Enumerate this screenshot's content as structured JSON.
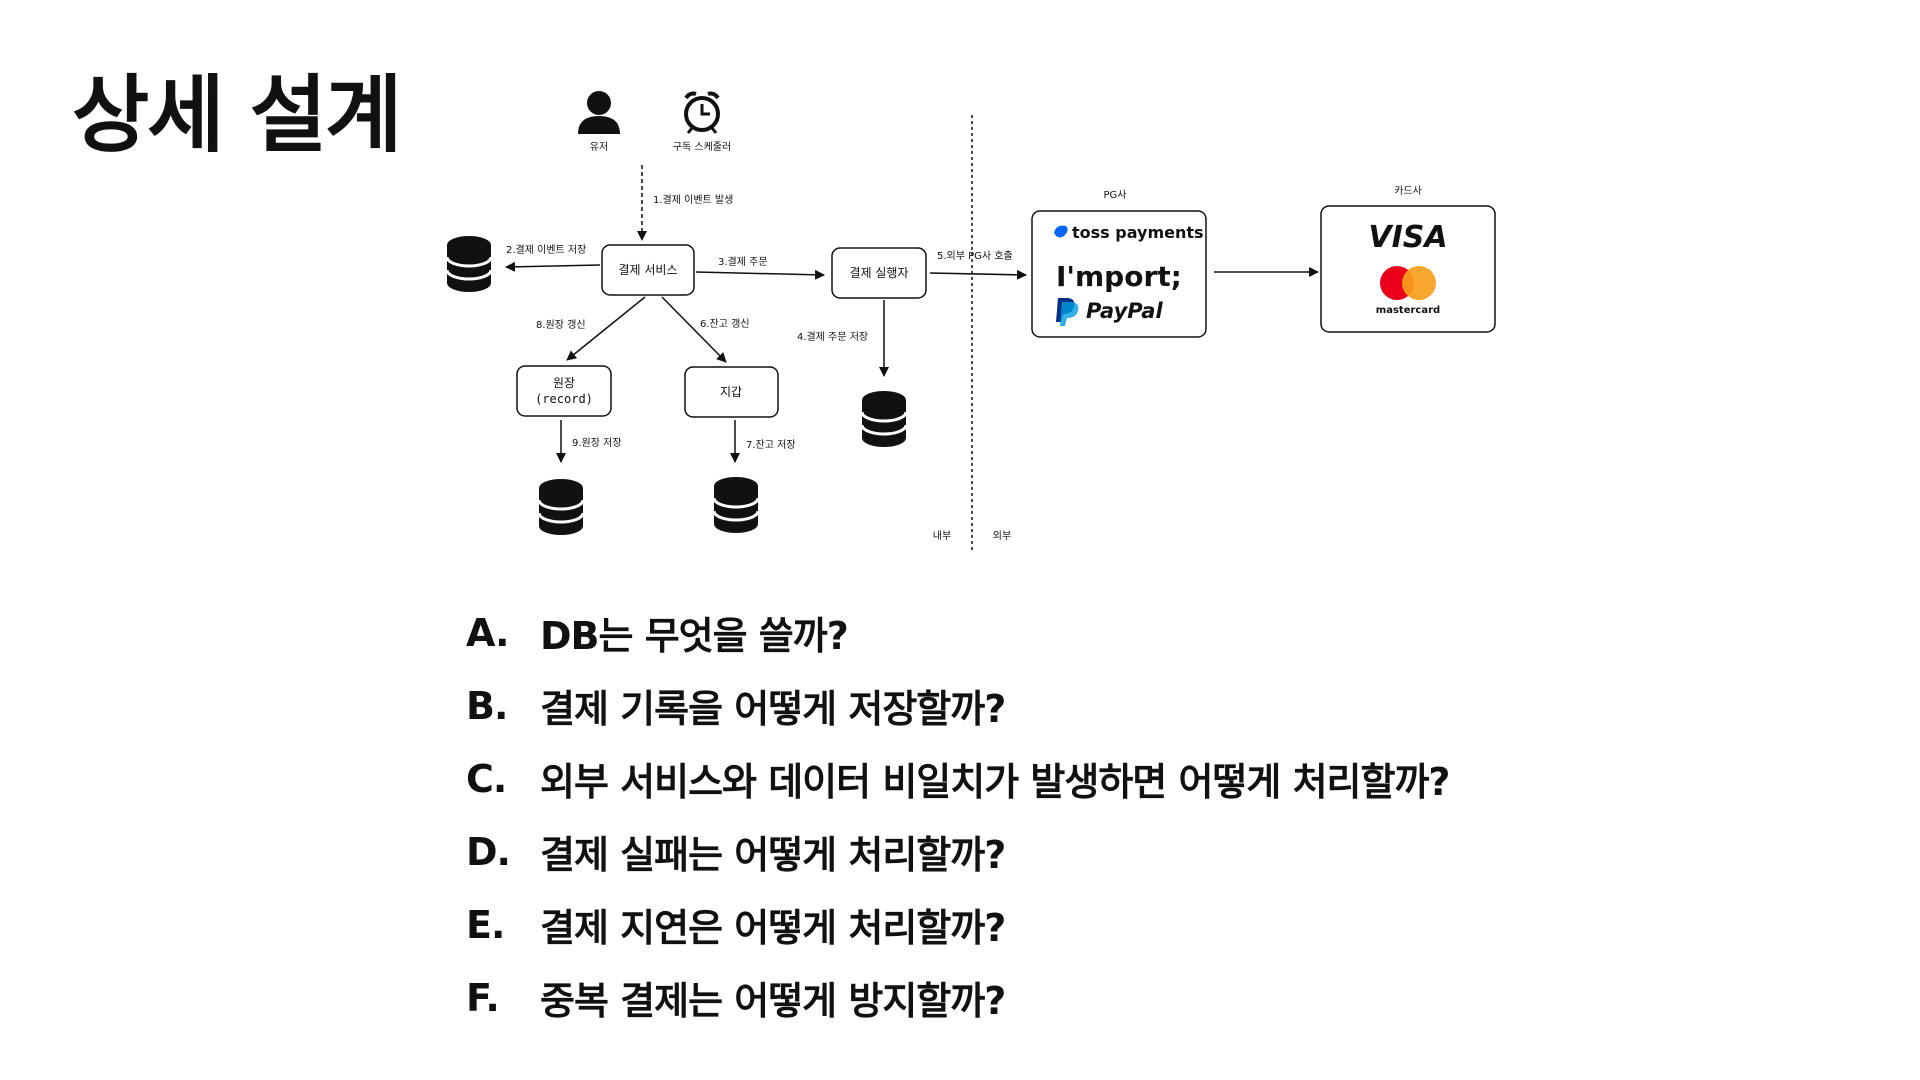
{
  "slide": {
    "title": "상세 설계"
  },
  "diagram": {
    "actors": {
      "user": "유저",
      "scheduler": "구독 스케줄러"
    },
    "nodes": {
      "payment_service": "결제 서비스",
      "payment_executor": "결제 실행자",
      "ledger_line1": "원장",
      "ledger_line2": "(record)",
      "wallet": "지갑"
    },
    "groups": {
      "pg": "PG사",
      "card": "카드사"
    },
    "steps": {
      "s1": "1.결제 이벤트 발생",
      "s2": "2.결제 이벤트 저장",
      "s3": "3.결제 주문",
      "s4": "4.결제 주문 저장",
      "s5": "5.외부 PG사 호출",
      "s6": "6.잔고 갱신",
      "s7": "7.잔고 저장",
      "s8": "8.원장 갱신",
      "s9": "9.원장 저장"
    },
    "zones": {
      "internal": "내부",
      "external": "외부"
    },
    "logos": {
      "toss": "toss payments",
      "iamport": "I'mport;",
      "paypal": "PayPal",
      "visa": "VISA",
      "mastercard": "mastercard"
    },
    "colors": {
      "toss": "#0064FF",
      "iamport": "#333333",
      "paypal_dark": "#003087",
      "paypal_light": "#009CDE",
      "visa": "#1A1F71",
      "mc_red": "#EB001B",
      "mc_orange": "#F79E1B"
    }
  },
  "questions": [
    {
      "letter": "A.",
      "text": "DB는 무엇을 쓸까?"
    },
    {
      "letter": "B.",
      "text": "결제 기록을 어떻게 저장할까?"
    },
    {
      "letter": "C.",
      "text": "외부 서비스와 데이터 비일치가 발생하면 어떻게 처리할까?"
    },
    {
      "letter": "D.",
      "text": "결제 실패는 어떻게 처리할까?"
    },
    {
      "letter": "E.",
      "text": "결제 지연은 어떻게 처리할까?"
    },
    {
      "letter": "F.",
      "text": "중복 결제는 어떻게 방지할까?"
    }
  ]
}
